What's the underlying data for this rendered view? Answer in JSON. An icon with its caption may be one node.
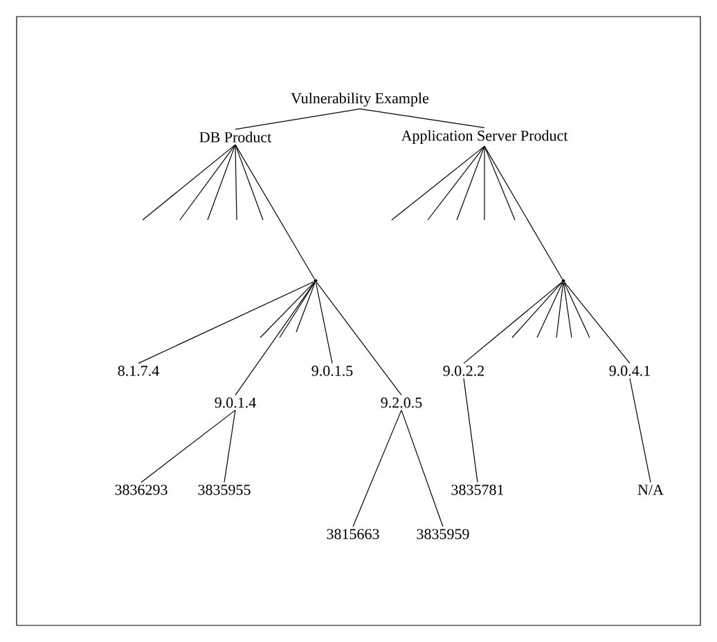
{
  "diagram": {
    "nodes": [
      {
        "text": [
          "Vulnerability Example"
        ]
      },
      {
        "text": [
          "DB Product"
        ]
      },
      {
        "text": [
          "Application Server Product"
        ]
      },
      {
        "text": [],
        "shape": "point"
      },
      {
        "text": [],
        "shape": "point"
      },
      {
        "text": [
          "8.1.7.4"
        ]
      },
      {
        "text": [
          "9.0.1.4"
        ]
      },
      {
        "text": [
          "9.0.1.5"
        ]
      },
      {
        "text": [
          "9.2.0.5"
        ]
      },
      {
        "text": [
          "9.0.2.2"
        ]
      },
      {
        "text": [
          "9.0.4.1"
        ]
      },
      {
        "text": [
          "3836293"
        ]
      },
      {
        "text": [
          "3835955"
        ]
      },
      {
        "text": [
          "3815663"
        ]
      },
      {
        "text": [
          "3835959"
        ]
      },
      {
        "text": [
          "3835781"
        ]
      },
      {
        "text": [
          "N/A"
        ]
      }
    ],
    "edges": [
      {
        "from": 0,
        "to": 1,
        "arrow": "none"
      },
      {
        "from": 0,
        "to": 2,
        "arrow": "none"
      },
      {
        "from": 1,
        "to": null,
        "arrow": "none"
      },
      {
        "from": 1,
        "to": null,
        "arrow": "none"
      },
      {
        "from": 1,
        "to": null,
        "arrow": "none"
      },
      {
        "from": 1,
        "to": null,
        "arrow": "none"
      },
      {
        "from": 1,
        "to": null,
        "arrow": "none"
      },
      {
        "from": 1,
        "to": 3,
        "arrow": "none"
      },
      {
        "from": 2,
        "to": null,
        "arrow": "none"
      },
      {
        "from": 2,
        "to": null,
        "arrow": "none"
      },
      {
        "from": 2,
        "to": null,
        "arrow": "none"
      },
      {
        "from": 2,
        "to": null,
        "arrow": "none"
      },
      {
        "from": 2,
        "to": null,
        "arrow": "none"
      },
      {
        "from": 2,
        "to": 4,
        "arrow": "none"
      },
      {
        "from": 3,
        "to": 5,
        "arrow": "none"
      },
      {
        "from": 3,
        "to": 6,
        "arrow": "none"
      },
      {
        "from": 3,
        "to": null,
        "arrow": "none"
      },
      {
        "from": 3,
        "to": null,
        "arrow": "none"
      },
      {
        "from": 3,
        "to": null,
        "arrow": "none"
      },
      {
        "from": 3,
        "to": 7,
        "arrow": "none"
      },
      {
        "from": 3,
        "to": 8,
        "arrow": "none"
      },
      {
        "from": 4,
        "to": 9,
        "arrow": "none"
      },
      {
        "from": 4,
        "to": null,
        "arrow": "none"
      },
      {
        "from": 4,
        "to": null,
        "arrow": "none"
      },
      {
        "from": 4,
        "to": null,
        "arrow": "none"
      },
      {
        "from": 4,
        "to": null,
        "arrow": "none"
      },
      {
        "from": 4,
        "to": null,
        "arrow": "none"
      },
      {
        "from": 4,
        "to": 10,
        "arrow": "none"
      },
      {
        "from": 6,
        "to": 11,
        "arrow": "none"
      },
      {
        "from": 6,
        "to": 12,
        "arrow": "none"
      },
      {
        "from": 8,
        "to": 13,
        "arrow": "none"
      },
      {
        "from": 8,
        "to": 14,
        "arrow": "none"
      },
      {
        "from": 9,
        "to": 15,
        "arrow": "none"
      },
      {
        "from": 10,
        "to": 16,
        "arrow": "none"
      }
    ]
  }
}
